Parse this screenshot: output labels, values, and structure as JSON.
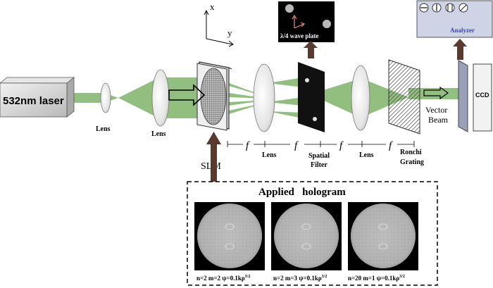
{
  "axes": {
    "x": "x",
    "y": "y"
  },
  "laser": {
    "label": "532nm laser"
  },
  "lens_labels": [
    "Lens",
    "Lens",
    "Lens",
    "Lens"
  ],
  "slm": {
    "label": "SLM"
  },
  "spatial_filter": {
    "line1": "Spatial",
    "line2": "Filter"
  },
  "ronchi": {
    "line1": "Ronchi",
    "line2": "Grating"
  },
  "focal_symbol": "f",
  "waveplate": {
    "label": "λ/4 wave plate"
  },
  "vector_beam": {
    "line1": "Vector",
    "line2": "Beam"
  },
  "analyzer": {
    "label": "Analyzer"
  },
  "ccd": {
    "label": "CCD"
  },
  "hologram_panel": {
    "title": "Applied   hologram",
    "captions": [
      {
        "text": "n=2 m=2 ψ=0.1kρ",
        "sup": "3/2"
      },
      {
        "text": "n=2 m=3 ψ=0.1kρ",
        "sup": "3/2"
      },
      {
        "text": "n=20 m=1 ψ=0.1kρ",
        "sup": "3/2"
      }
    ]
  },
  "colors": {
    "beam": "#7fb56b",
    "arrow": "#5a3a2e",
    "analyzer_bg": "#cfd3e6",
    "analyzer_text": "#3a45c8"
  }
}
